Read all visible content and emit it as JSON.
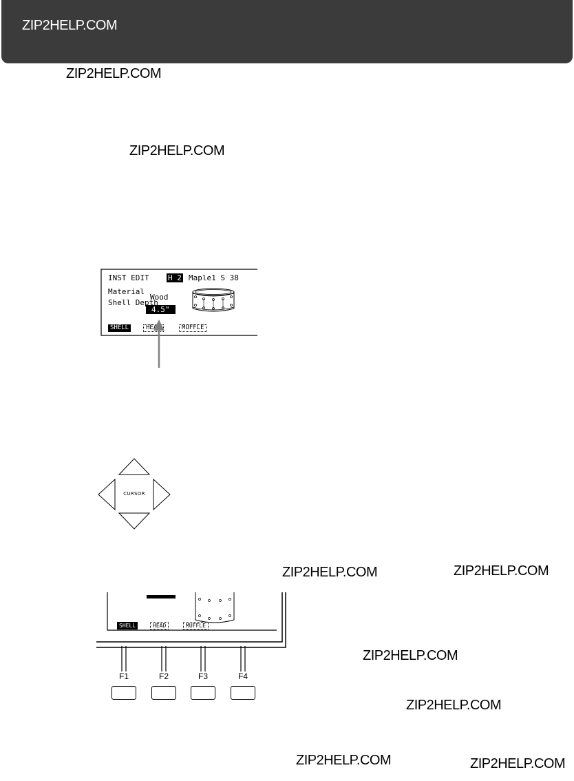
{
  "watermark": "ZIP2HELP.COM",
  "screen": {
    "title": "INST EDIT",
    "pad": "H 2",
    "instrument": "Maple1 S 38",
    "material_label": "Material",
    "material_value": "Wood",
    "depth_label": "Shell Depth",
    "depth_value": "4.5\"",
    "tabs": [
      "SHELL",
      "HEAD",
      "MUFFLE"
    ]
  },
  "cursor": {
    "label": "CURSOR"
  },
  "panel": {
    "tabs": [
      "SHELL",
      "HEAD",
      "MUFFLE"
    ],
    "fkeys": [
      "F1",
      "F2",
      "F3",
      "F4"
    ]
  },
  "colors": {
    "header": "#3b3b3b",
    "arrow": "#808080"
  }
}
